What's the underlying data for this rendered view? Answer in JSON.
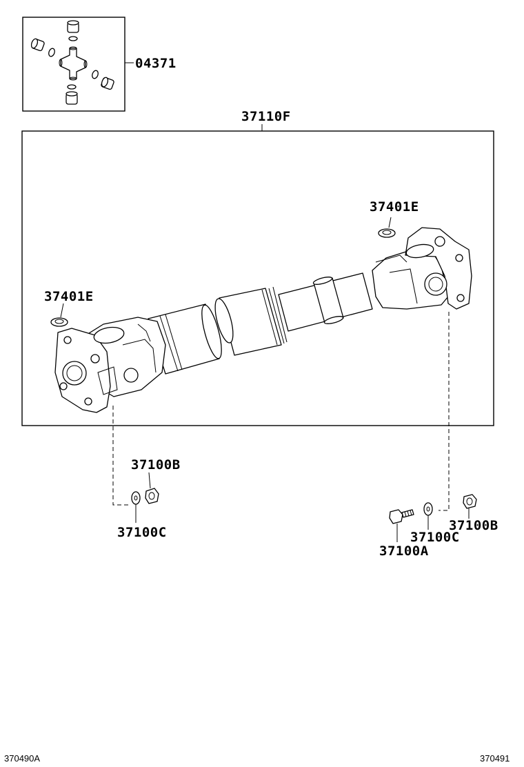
{
  "labels": {
    "universal_joint_kit": "04371",
    "propeller_shaft_assy": "37110F",
    "snap_ring_rear": "37401E",
    "snap_ring_front": "37401E",
    "nut_left": "37100B",
    "washer_left": "37100C",
    "bolt_right": "37100A",
    "washer_right": "37100C",
    "nut_right": "37100B"
  },
  "footer": {
    "left_code": "370490A",
    "right_code": "370491"
  }
}
